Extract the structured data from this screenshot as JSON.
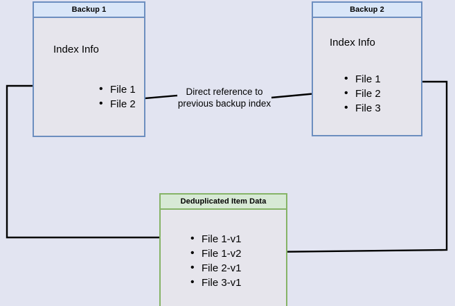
{
  "diagram": {
    "title_hidden": "",
    "background_color": "#e2e4f1",
    "blue_border_color": "#6c8ebf",
    "blue_header_fill": "#d9e6f8",
    "green_border_color": "#85b366",
    "green_header_fill": "#d7e9d5",
    "body_fill": "#e6e5ec",
    "edge_color": "#000000",
    "nodes": {
      "backup1": {
        "header": "Backup 1",
        "section_label": "Index Info",
        "files": [
          "File 1",
          "File 2"
        ]
      },
      "backup2": {
        "header": "Backup 2",
        "section_label": "Index Info",
        "files": [
          "File 1",
          "File 2",
          "File 3"
        ]
      },
      "dedup": {
        "header": "Deduplicated Item Data",
        "files": [
          "File 1-v1",
          "File 1-v2",
          "File 2-v1",
          "File 3-v1"
        ]
      }
    },
    "annotations": {
      "reference_label_line1": "Direct reference to",
      "reference_label_line2": "previous backup index"
    }
  }
}
